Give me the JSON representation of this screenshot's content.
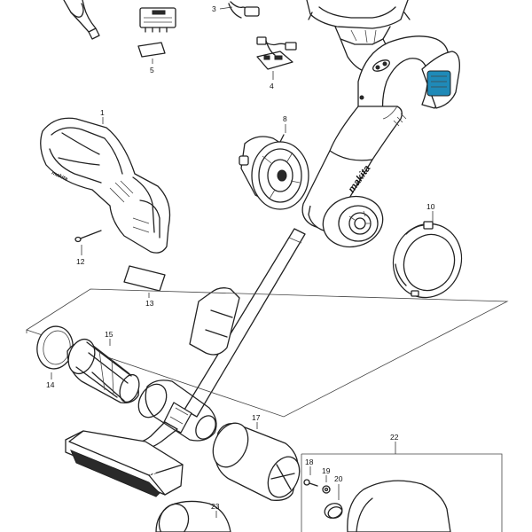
{
  "callouts": [
    {
      "id": "p1",
      "number": "1"
    },
    {
      "id": "p3",
      "number": "3"
    },
    {
      "id": "p4",
      "number": "4"
    },
    {
      "id": "p5",
      "number": "5"
    },
    {
      "id": "p8",
      "number": "8"
    },
    {
      "id": "p10",
      "number": "10"
    },
    {
      "id": "p12",
      "number": "12"
    },
    {
      "id": "p13",
      "number": "13"
    },
    {
      "id": "p14",
      "number": "14"
    },
    {
      "id": "p15",
      "number": "15"
    },
    {
      "id": "p17",
      "number": "17"
    },
    {
      "id": "p18",
      "number": "18"
    },
    {
      "id": "p19",
      "number": "19"
    },
    {
      "id": "p20",
      "number": "20"
    },
    {
      "id": "p22",
      "number": "22"
    },
    {
      "id": "p23",
      "number": "23"
    }
  ],
  "brand": {
    "body_logo": "makita",
    "nozzle_logo": "makita",
    "housing_logo": "makita"
  },
  "colors": {
    "line": "#222222",
    "background": "#ffffff",
    "accent": "#1a7fa8"
  }
}
